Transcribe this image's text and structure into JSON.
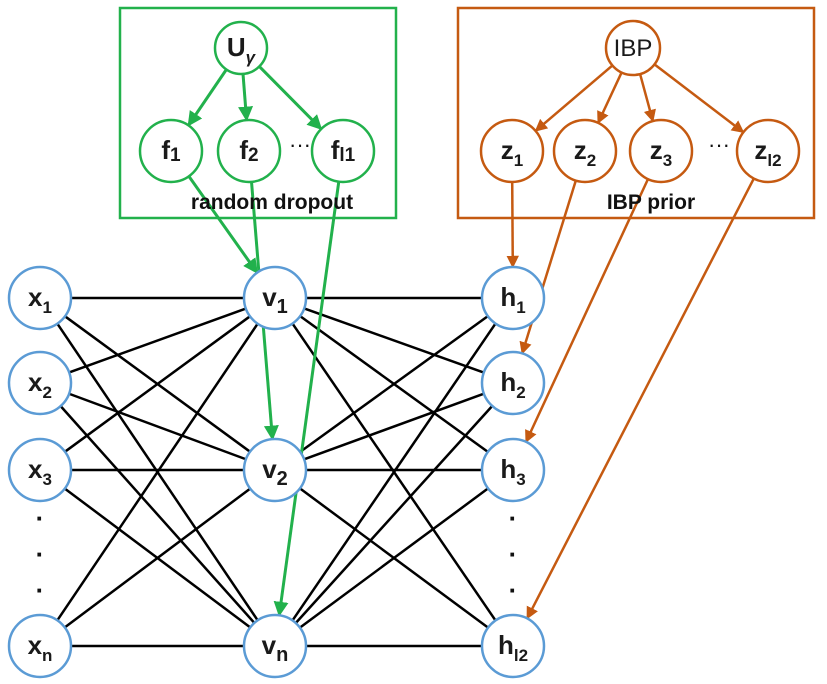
{
  "colors": {
    "green": "#22b14c",
    "orange": "#c55a11",
    "node_blue": "#5b9bd5",
    "edge_black": "#000000"
  },
  "left_box": {
    "root": {
      "main": "U",
      "sub": "γ"
    },
    "children": [
      {
        "main": "f",
        "sub": "1"
      },
      {
        "main": "f",
        "sub": "2"
      },
      {
        "main": "f",
        "sub": "l1"
      }
    ],
    "ellipsis": "···",
    "caption": "random dropout"
  },
  "right_box": {
    "root": {
      "main": "IBP",
      "sub": ""
    },
    "children": [
      {
        "main": "z",
        "sub": "1"
      },
      {
        "main": "z",
        "sub": "2"
      },
      {
        "main": "z",
        "sub": "3"
      },
      {
        "main": "z",
        "sub": "l2"
      }
    ],
    "ellipsis": "···",
    "caption": "IBP prior"
  },
  "input_layer": [
    {
      "main": "x",
      "sub": "1"
    },
    {
      "main": "x",
      "sub": "2"
    },
    {
      "main": "x",
      "sub": "3"
    },
    {
      "main": "x",
      "sub": "n"
    }
  ],
  "hidden_layer": [
    {
      "main": "v",
      "sub": "1"
    },
    {
      "main": "v",
      "sub": "2"
    },
    {
      "main": "v",
      "sub": "n"
    }
  ],
  "output_layer": [
    {
      "main": "h",
      "sub": "1"
    },
    {
      "main": "h",
      "sub": "2"
    },
    {
      "main": "h",
      "sub": "3"
    },
    {
      "main": "h",
      "sub": "l2"
    }
  ],
  "vertical_dots": "·"
}
